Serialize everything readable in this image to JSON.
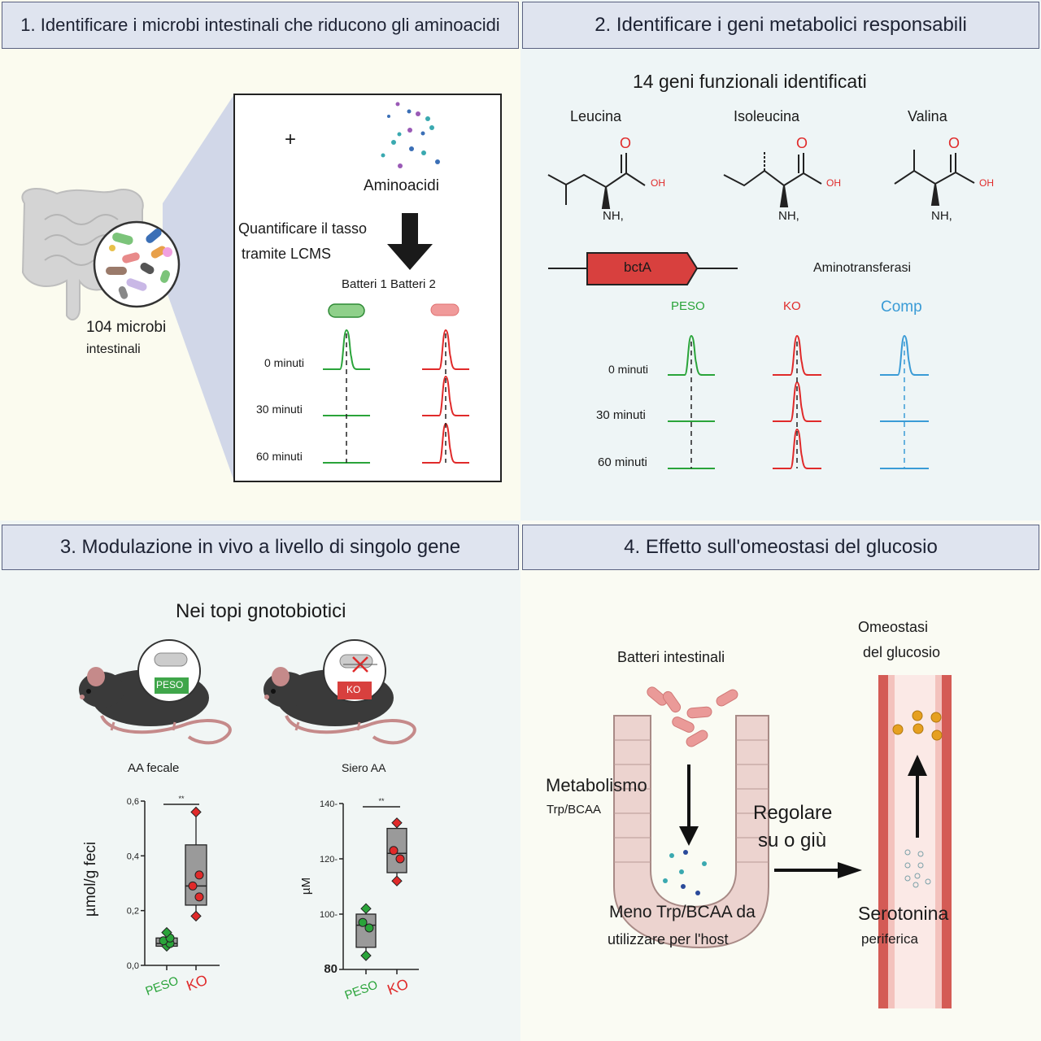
{
  "panels": {
    "p1": {
      "header": "1. Identificare i microbi intestinali che riducono gli aminoacidi",
      "plus": "+",
      "aminoacids_label": "Aminoacidi",
      "quantify_line1": "Quantificare il tasso",
      "quantify_line2": "tramite LCMS",
      "bacteria_label": "Batteri 1 Batteri 2",
      "microbes_line1": "104 microbi",
      "microbes_line2": "intestinali",
      "times": [
        "0 minuti",
        "30 minuti",
        "60 minuti"
      ]
    },
    "p2": {
      "header": "2. Identificare i geni metabolici responsabili",
      "subtitle": "14 geni funzionali identificati",
      "amino_names": [
        "Leucina",
        "Isoleucina",
        "Valina"
      ],
      "atom_o": "O",
      "atom_oh": "OH",
      "atom_nh": "NH,",
      "gene": "bctA",
      "gene_desc": "Aminotransferasi",
      "conditions": [
        "PESO",
        "KO",
        "Comp"
      ],
      "times": [
        "0 minuti",
        "30 minuti",
        "60 minuti"
      ]
    },
    "p3": {
      "header": "3. Modulazione in vivo a livello di singolo gene",
      "subtitle": "Nei topi gnotobiotici",
      "badge_wt": "PESO",
      "badge_ko": "KO",
      "chart1_title": "AA fecale",
      "chart1_ylabel": "µmol/g feci",
      "chart1_ticks": [
        "0,0",
        "0,2",
        "0,4",
        "0,6"
      ],
      "chart2_title": "Siero AA",
      "chart2_ylabel": "µM",
      "chart2_ticks": [
        "80",
        "100-",
        "120-",
        "140-"
      ],
      "sig": "**",
      "x_wt": "PESO",
      "x_ko": "KO"
    },
    "p4": {
      "header": "4. Effetto sull'omeostasi del glucosio",
      "gut_bacteria": "Batteri intestinali",
      "metab_line1": "Metabolismo",
      "metab_line2": "Trp/BCAA",
      "less_line1": "Meno Trp/BCAA da",
      "less_line2": "utilizzare per l'host",
      "reg_line1": "Regolare",
      "reg_line2": "su o giù",
      "homeo_line1": "Omeostasi",
      "homeo_line2": "del glucosio",
      "sero_line1": "Serotonina",
      "sero_line2": "periferica"
    }
  },
  "chart_data": [
    {
      "type": "box",
      "title": "AA fecale",
      "ylabel": "µmol/g feci",
      "ylim": [
        0,
        0.6
      ],
      "categories": [
        "PESO",
        "KO"
      ],
      "series": [
        {
          "name": "PESO",
          "points": [
            0.07,
            0.08,
            0.09,
            0.1,
            0.12
          ],
          "q1": 0.07,
          "median": 0.08,
          "q3": 0.1
        },
        {
          "name": "KO",
          "points": [
            0.18,
            0.25,
            0.29,
            0.33,
            0.56
          ],
          "q1": 0.22,
          "median": 0.29,
          "q3": 0.44
        }
      ],
      "significance": "**"
    },
    {
      "type": "box",
      "title": "Siero AA",
      "ylabel": "µM",
      "ylim": [
        80,
        140
      ],
      "categories": [
        "PESO",
        "KO"
      ],
      "series": [
        {
          "name": "PESO",
          "points": [
            85,
            95,
            97,
            102
          ],
          "q1": 88,
          "median": 96,
          "q3": 100
        },
        {
          "name": "KO",
          "points": [
            112,
            120,
            123,
            133
          ],
          "q1": 115,
          "median": 122,
          "q3": 131
        }
      ],
      "significance": "**"
    }
  ],
  "colors": {
    "wt": "#2aa43a",
    "ko": "#e02a2a",
    "comp": "#3a9bd6",
    "gene": "#d8403e",
    "header_bg": "#dfe4ef"
  }
}
